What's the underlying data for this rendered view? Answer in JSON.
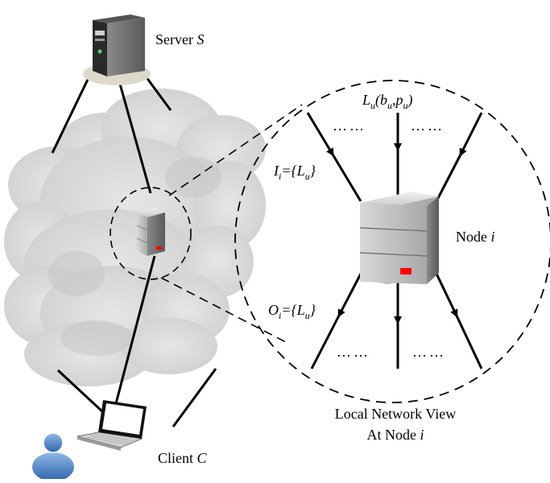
{
  "server": {
    "label": "Server ",
    "var": "S"
  },
  "client": {
    "label": "Client ",
    "var": "C"
  },
  "node": {
    "label": "Node ",
    "var": "i"
  },
  "caption": {
    "line1": "Local Network View",
    "line2": "At Node ",
    "var": "i"
  },
  "link_label": {
    "L": "L",
    "sub": "u",
    "open": "(b",
    "sub_b": "u",
    "mid": ",p",
    "sub_p": "u",
    "close": ")"
  },
  "in_set": {
    "name": "I",
    "sub": "i",
    "eq": "={L",
    "sub_u": "u",
    "close": "}"
  },
  "out_set": {
    "name": "O",
    "sub": "i",
    "eq": "={L",
    "sub_u": "u",
    "close": "}"
  },
  "ellipsis": "……",
  "colors": {
    "cloud": "#d9d9d9",
    "node_body": "#bfbfbf",
    "led": "#ff0000",
    "person": "#4a7fc1"
  },
  "icons": [
    "server-icon",
    "router-icon",
    "laptop-icon",
    "user-icon",
    "cloud-shape"
  ]
}
